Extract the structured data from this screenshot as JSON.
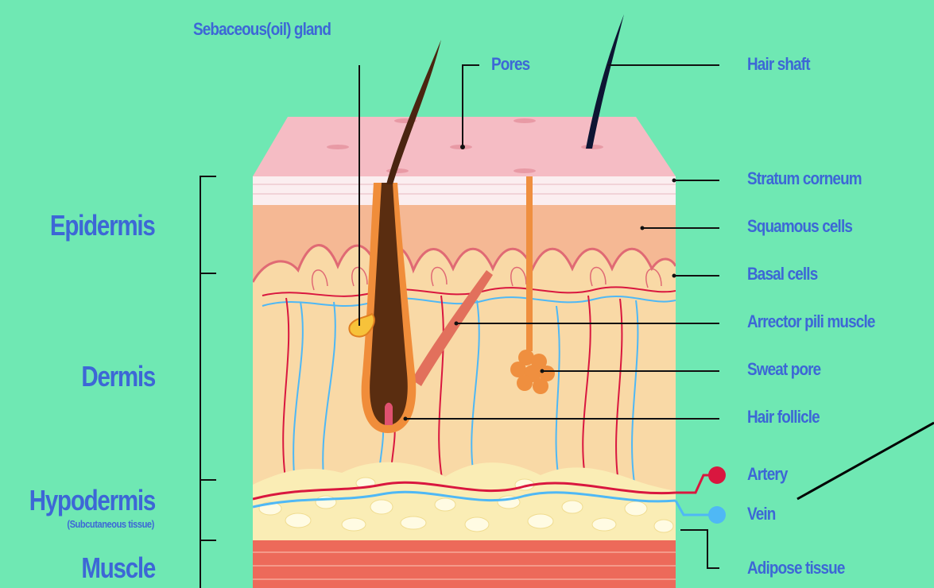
{
  "labels": {
    "sebaceous": "Sebaceous(oil) gland",
    "pores": "Pores",
    "hair_shaft": "Hair shaft",
    "stratum_corneum": "Stratum corneum",
    "squamous": "Squamous cells",
    "basal": "Basal cells",
    "arrector": "Arrector pili muscle",
    "sweat": "Sweat pore",
    "follicle": "Hair follicle",
    "artery": "Artery",
    "vein": "Vein",
    "adipose": "Adipose tissue"
  },
  "layers": {
    "epidermis": "Epidermis",
    "dermis": "Dermis",
    "hypodermis": "Hypodermis",
    "hypodermis_sub": "(Subcutaneous tissue)",
    "muscle": "Muscle"
  },
  "colors": {
    "background": "#6fe8b3",
    "label_text": "#3d67d6",
    "artery": "#d9173f",
    "vein": "#4fb8f5"
  }
}
